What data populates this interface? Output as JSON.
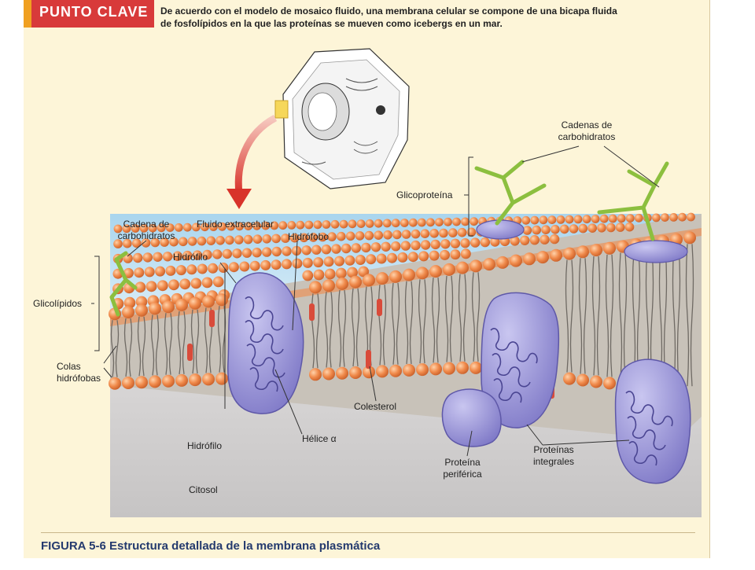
{
  "key_point": {
    "badge": "PUNTO CLAVE",
    "line1": "De acuerdo con el modelo de mosaico fluido, una membrana celular se compone de una bicapa fluida",
    "line2": "de fosfolípidos en la que las proteínas se mueven como icebergs en un mar."
  },
  "labels": {
    "carbohydrate_chains": [
      "Cadenas de",
      "carbohidratos"
    ],
    "glycoprotein": "Glicoproteína",
    "carbohydrate_chain": [
      "Cadena de",
      "carbohidratos"
    ],
    "extracellular_fluid": "Fluido extracelular",
    "hydrophobic": "Hidrófobo",
    "hydrophilic_top": "Hidrófilo",
    "glycolipids": "Glicolípidos",
    "hydrophobic_tails": [
      "Colas",
      "hidrófobas"
    ],
    "cholesterol": "Colesterol",
    "hydrophilic_bottom": "Hidrófilo",
    "alpha_helix": "Hélice α",
    "peripheral_protein": [
      "Proteína",
      "periférica"
    ],
    "integral_proteins": [
      "Proteínas",
      "integrales"
    ],
    "cytosol": "Citosol"
  },
  "caption": {
    "number": "FIGURA 5-6",
    "title": "Estructura detallada de la membrana plasmática"
  },
  "colors": {
    "badge_red": "#d83a3a",
    "phospholipid_head": "#f08a4b",
    "protein": "#8c86d0",
    "carbohydrate": "#8cbf3f",
    "cholesterol": "#d94b3a",
    "caption_blue": "#243a6e"
  }
}
